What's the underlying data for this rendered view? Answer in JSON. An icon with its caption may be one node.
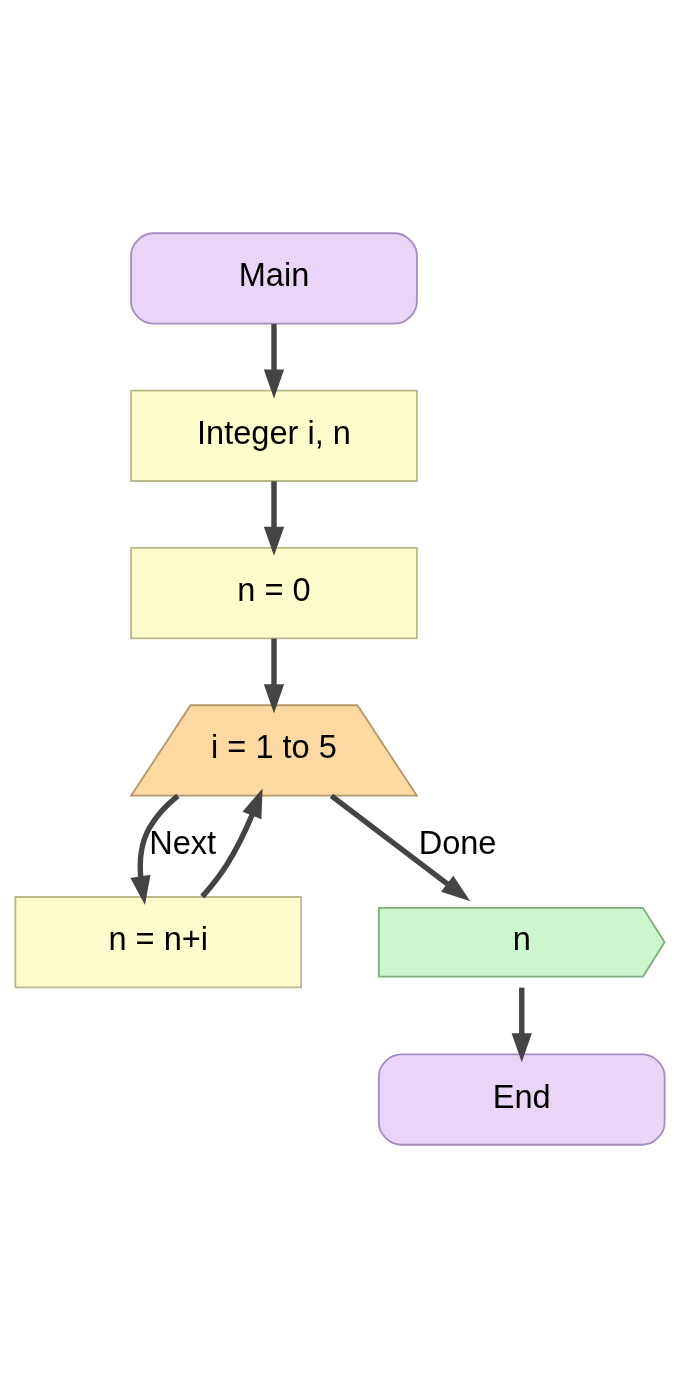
{
  "diagram": {
    "nodes": [
      {
        "text": [
          "Main"
        ]
      },
      {
        "text": [
          "Integer i, n"
        ]
      },
      {
        "text": [
          "n = 0"
        ]
      },
      {
        "text": [
          "i = 1 to 5"
        ]
      },
      {
        "text": [
          "n = n+i"
        ]
      },
      {
        "text": [
          "n"
        ]
      },
      {
        "text": [
          "End"
        ]
      }
    ],
    "edges": [
      {
        "from": 0,
        "to": 1,
        "arrow": "to"
      },
      {
        "from": 1,
        "to": 2,
        "arrow": "to"
      },
      {
        "from": 2,
        "to": 3,
        "arrow": "to"
      },
      {
        "from": 3,
        "to": 4,
        "label": "Next",
        "arrow": "to"
      },
      {
        "from": 4,
        "to": 3,
        "arrow": "to"
      },
      {
        "from": 3,
        "to": 5,
        "label": "Done",
        "arrow": "to"
      },
      {
        "from": 5,
        "to": 6,
        "arrow": "to"
      }
    ]
  }
}
